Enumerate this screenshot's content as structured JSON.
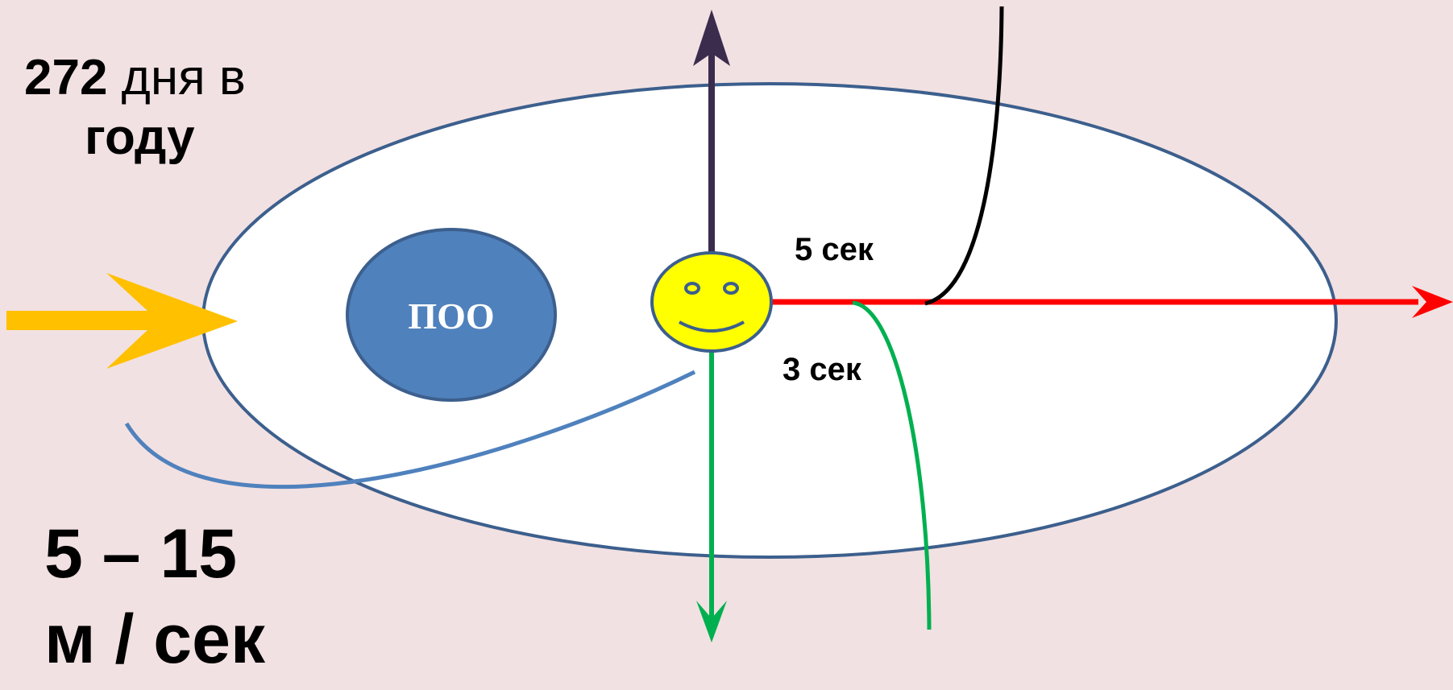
{
  "labels": {
    "days_number": "272",
    "days_text": " дня в",
    "days_line2": "году",
    "speed_line1": "5 – 15",
    "speed_line2": "м / сек",
    "time_5": "5 сек",
    "time_3": "3 сек",
    "zone": "ПОО"
  },
  "colors": {
    "background": "#f2e1e2",
    "big_ellipse_fill": "#ffffff",
    "outline_blue": "#3c5f8d",
    "zone_fill": "#4f81bd",
    "face_fill": "#ffff00",
    "red_line": "#ff0000",
    "green_line": "#00b050",
    "dark_arrow": "#3b2c4e",
    "black_curve": "#000000",
    "orange_arrow": "#ffc000",
    "blue_curve": "#4f81bd"
  },
  "icons": [
    "smiley-face-icon"
  ]
}
